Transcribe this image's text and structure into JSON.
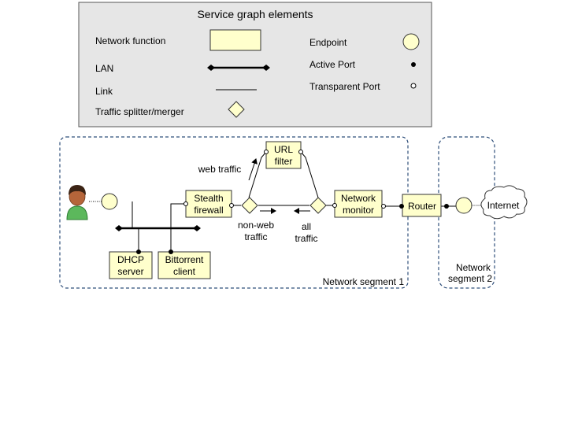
{
  "legend": {
    "title": "Service graph elements",
    "network_function": "Network function",
    "lan": "LAN",
    "link": "Link",
    "splitter": "Traffic splitter/merger",
    "endpoint": "Endpoint",
    "active_port": "Active Port",
    "transparent_port": "Transparent Port"
  },
  "segments": {
    "seg1": "Network segment 1",
    "seg2_line1": "Network",
    "seg2_line2": "segment 2"
  },
  "nodes": {
    "stealth_firewall": [
      "Stealth",
      "firewall"
    ],
    "url_filter": [
      "URL",
      "filter"
    ],
    "network_monitor": [
      "Network",
      "monitor"
    ],
    "router": "Router",
    "dhcp_server": [
      "DHCP",
      "server"
    ],
    "bittorrent_client": [
      "Bittorrent",
      "client"
    ],
    "internet": "Internet"
  },
  "labels": {
    "web_traffic": "web traffic",
    "non_web_traffic": [
      "non-web",
      "traffic"
    ],
    "all_traffic": [
      "all",
      "traffic"
    ]
  },
  "colors": {
    "nf_fill": "#ffffcc",
    "legend_bg": "#e6e6e6",
    "segment_stroke": "#2f4f7a"
  }
}
